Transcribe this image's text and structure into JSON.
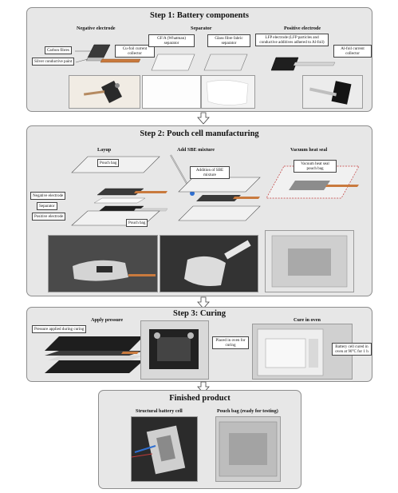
{
  "step1": {
    "title": "Step 1: Battery components",
    "negative": {
      "title": "Negative electrode",
      "carbon": "Carbon fibres",
      "silver": "Silver conductive paint",
      "cufoil": "Cu-foil current collector"
    },
    "separator": {
      "title": "Separator",
      "gfa": "GF/A (Whatman) separator",
      "glass": "Glass fibre fabric separator"
    },
    "positive": {
      "title": "Positive electrode",
      "lfp": "LFP electrode (LFP particles and conductive additives adhered to Al-foil)",
      "alfoil": "Al-foil current collector"
    }
  },
  "step2": {
    "title": "Step 2: Pouch cell manufacturing",
    "layup": {
      "title": "Layup",
      "pouch_top": "Pouch bag",
      "negative": "Negative electrode",
      "separator": "Separator",
      "positive": "Positive electrode",
      "pouch_bottom": "Pouch bag"
    },
    "sbe": {
      "title": "Add SBE mixture",
      "addition": "Addition of SBE mixture"
    },
    "seal": {
      "title": "Vacuum heat seal",
      "label": "Vacuum heat seal pouch bag"
    }
  },
  "step3": {
    "title": "Step 3: Curing",
    "pressure": {
      "title": "Apply pressure",
      "label": "Pressure applied during curing"
    },
    "placed": "Placed in oven for curing",
    "oven": {
      "title": "Cure in oven",
      "label": "Battery cell cured in oven at 90°C for 1 h"
    }
  },
  "step4": {
    "title": "Finished product",
    "cell": "Structural battery cell",
    "pouch": "Pouch bag (ready for testing)"
  }
}
